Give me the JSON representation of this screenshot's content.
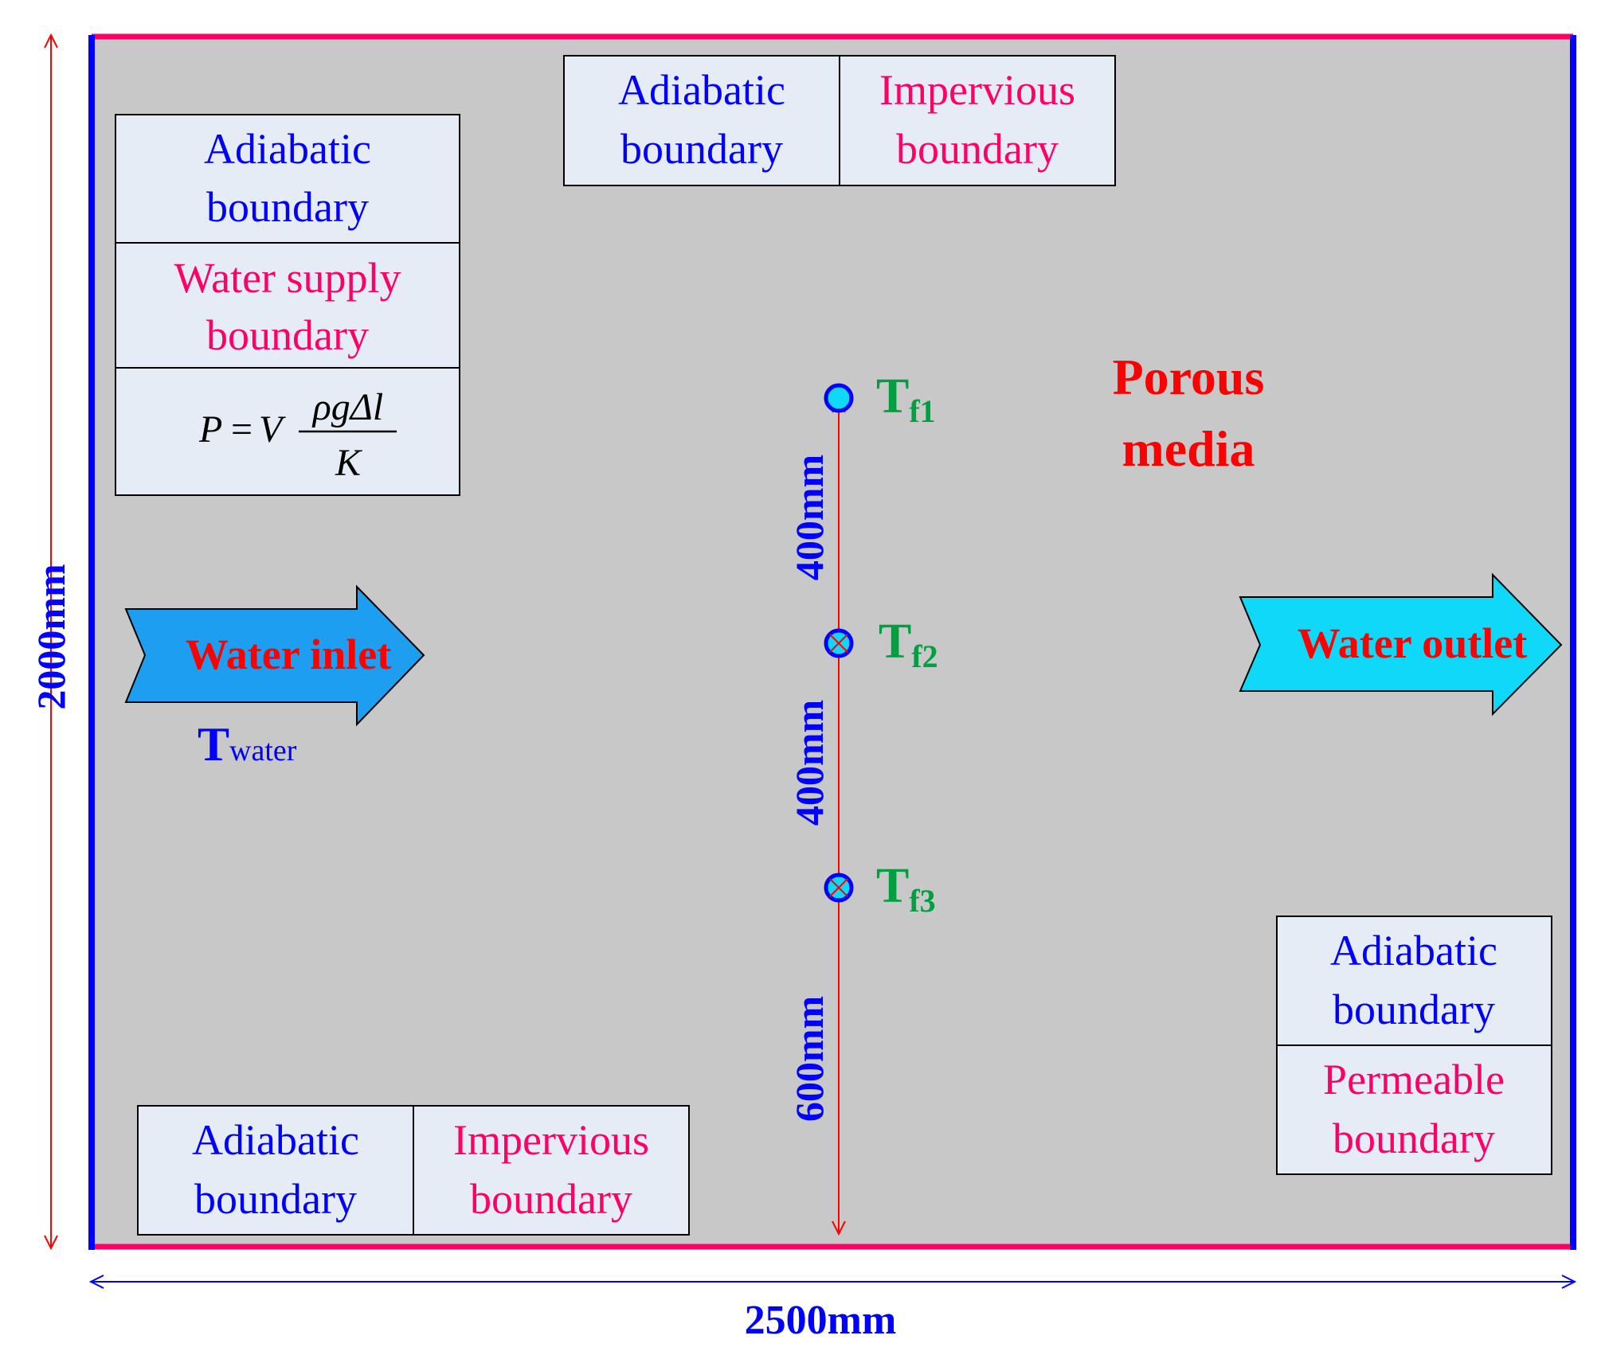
{
  "diagram": {
    "colors": {
      "domain_fill": "#c8c8c8",
      "blue": "#0000ff",
      "pink": "#ff0066",
      "red": "#ff0000",
      "green": "#00a040",
      "box_fill": "#e6ecf5",
      "inlet_fill": "#1e9ef0",
      "outlet_fill": "#10d8f8"
    },
    "boxes": {
      "top_left": {
        "adiabatic_1": "Adiabatic",
        "adiabatic_2": "boundary",
        "supply_1": "Water supply",
        "supply_2": "boundary",
        "formula": {
          "lhs": "P",
          "eq": "=",
          "v": "V",
          "numerator": "ρgΔl",
          "denominator": "K"
        }
      },
      "top_center": {
        "adiabatic_1": "Adiabatic",
        "adiabatic_2": "boundary",
        "impervious_1": "Impervious",
        "impervious_2": "boundary"
      },
      "bottom_left": {
        "adiabatic_1": "Adiabatic",
        "adiabatic_2": "boundary",
        "impervious_1": "Impervious",
        "impervious_2": "boundary"
      },
      "bottom_right": {
        "adiabatic_1": "Adiabatic",
        "adiabatic_2": "boundary",
        "permeable_1": "Permeable",
        "permeable_2": "boundary"
      }
    },
    "porous_media": {
      "line1": "Porous",
      "line2": "media"
    },
    "inlet": {
      "label": "Water inlet",
      "temp_main": "T",
      "temp_sub": "water"
    },
    "outlet": {
      "label": "Water outlet"
    },
    "sensors": [
      {
        "main": "T",
        "sub": "f1"
      },
      {
        "main": "T",
        "sub": "f2"
      },
      {
        "main": "T",
        "sub": "f3"
      }
    ],
    "spacing_labels": [
      "400mm",
      "400mm",
      "600mm"
    ],
    "dimensions": {
      "height": "2000mm",
      "width": "2500mm"
    }
  }
}
